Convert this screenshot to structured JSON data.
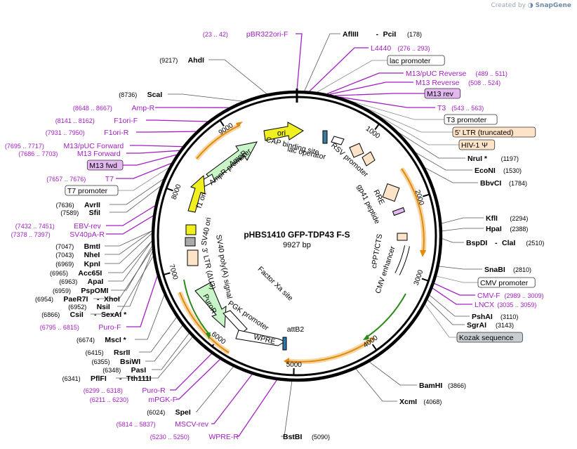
{
  "credit": {
    "prefix": "Created by",
    "brand": "SnapGene"
  },
  "plasmid": {
    "name": "pHBS1410 GFP-TDP43 F-S",
    "size": "9927 bp"
  },
  "colors": {
    "site": "#000000",
    "primer": "#a020c0",
    "promoter_box": "#000000",
    "primer_box_fill": "#e3b8f0",
    "orange_box_fill": "#fde3c8",
    "grey_box_fill": "#c8cdd2",
    "orf_orange": "#e08a10",
    "orf_green": "#2a8a1a",
    "gfp": "#c8f5c8",
    "ori": "#f0f020",
    "terminator": "#aaaaaa"
  },
  "ticks": [
    "1000",
    "2000",
    "3000",
    "4000",
    "5000",
    "6000",
    "7000",
    "8000",
    "9000"
  ],
  "inner_features": [
    {
      "label": "ori"
    },
    {
      "label": "AmpR"
    },
    {
      "label": "AmpR promoter"
    },
    {
      "label": "f1 ori"
    },
    {
      "label": "SV40 ori"
    },
    {
      "label": "SV40 poly(A) signal"
    },
    {
      "label": "3' LTR (ΔU3)"
    },
    {
      "label": "PuroR"
    },
    {
      "label": "PGK promoter"
    },
    {
      "label": "WPRE"
    },
    {
      "label": "attB2"
    },
    {
      "label": "Factor Xa site"
    },
    {
      "label": "CMV enhancer"
    },
    {
      "label": "cPPT/CTS"
    },
    {
      "label": "RRE"
    },
    {
      "label": "gp41 peptide"
    },
    {
      "label": "RSV promoter"
    },
    {
      "label": "lac operator"
    },
    {
      "label": "CAP binding site"
    }
  ],
  "right_labels": [
    {
      "name": "AflIII",
      "second": "PciI",
      "pos": "(178)",
      "type": "site"
    },
    {
      "name": "L4440",
      "pos": "(276 .. 293)",
      "type": "primer"
    },
    {
      "name": "lac promoter",
      "pos": "",
      "type": "promoter"
    },
    {
      "name": "M13/pUC Reverse",
      "pos": "(489 .. 511)",
      "type": "primer"
    },
    {
      "name": "M13 Reverse",
      "pos": "(508 .. 524)",
      "type": "primer"
    },
    {
      "name": "M13 rev",
      "pos": "",
      "type": "primerbox"
    },
    {
      "name": "T3",
      "pos": "(543 .. 563)",
      "type": "primer"
    },
    {
      "name": "T3 promoter",
      "pos": "",
      "type": "promoter"
    },
    {
      "name": "5' LTR (truncated)",
      "pos": "",
      "type": "orangebox"
    },
    {
      "name": "HIV-1 Ψ",
      "pos": "",
      "type": "orangebox"
    },
    {
      "name": "NruI *",
      "pos": "(1197)",
      "type": "site"
    },
    {
      "name": "EcoNI",
      "pos": "(1530)",
      "type": "site"
    },
    {
      "name": "BbvCI",
      "pos": "(1784)",
      "type": "site"
    },
    {
      "name": "KflI",
      "pos": "(2294)",
      "type": "site"
    },
    {
      "name": "HpaI",
      "pos": "(2388)",
      "type": "site"
    },
    {
      "name": "BspDI",
      "second": "ClaI",
      "pos": "(2510)",
      "type": "site"
    },
    {
      "name": "SnaBI",
      "pos": "(2810)",
      "type": "site"
    },
    {
      "name": "CMV promoter",
      "pos": "",
      "type": "promoter"
    },
    {
      "name": "CMV-F",
      "pos": "(2989 .. 3009)",
      "type": "primer"
    },
    {
      "name": "LNCX",
      "pos": "(3035 .. 3059)",
      "type": "primer"
    },
    {
      "name": "PshAI",
      "pos": "(3110)",
      "type": "site"
    },
    {
      "name": "SgrAI",
      "pos": "(3143)",
      "type": "site"
    },
    {
      "name": "Kozak sequence",
      "pos": "",
      "type": "greybox"
    },
    {
      "name": "BamHI",
      "pos": "(3866)",
      "type": "site"
    },
    {
      "name": "XcmI",
      "pos": "(4068)",
      "type": "site"
    },
    {
      "name": "BstBI",
      "pos": "(5090)",
      "type": "site"
    }
  ],
  "left_labels": [
    {
      "pos": "(23 .. 42)",
      "name": "pBR322ori-F",
      "type": "primer"
    },
    {
      "pos": "(9217)",
      "name": "AhdI",
      "type": "site"
    },
    {
      "pos": "(8736)",
      "name": "ScaI",
      "type": "site"
    },
    {
      "pos": "(8648 .. 8667)",
      "name": "Amp-R",
      "type": "primer"
    },
    {
      "pos": "(8141 .. 8162)",
      "name": "F1ori-F",
      "type": "primer"
    },
    {
      "pos": "(7931 .. 7950)",
      "name": "F1ori-R",
      "type": "primer"
    },
    {
      "pos": "(7695 .. 7717)",
      "name": "M13/pUC Forward",
      "type": "primer"
    },
    {
      "pos": "(7686 .. 7703)",
      "name": "M13 Forward",
      "type": "primer"
    },
    {
      "pos": "",
      "name": "M13 fwd",
      "type": "primerbox"
    },
    {
      "pos": "(7657 .. 7676)",
      "name": "T7",
      "type": "primer"
    },
    {
      "pos": "",
      "name": "T7 promoter",
      "type": "promoter"
    },
    {
      "pos": "(7636)",
      "name": "AvrII",
      "type": "site"
    },
    {
      "pos": "(7589)",
      "name": "SfiI",
      "type": "site"
    },
    {
      "pos": "(7432 .. 7451)",
      "name": "EBV-rev",
      "type": "primer"
    },
    {
      "pos": "(7378 .. 7397)",
      "name": "SV40pA-R",
      "type": "primer"
    },
    {
      "pos": "(7047)",
      "name": "BmtI",
      "type": "site"
    },
    {
      "pos": "(7043)",
      "name": "NheI",
      "type": "site"
    },
    {
      "pos": "(6969)",
      "name": "KpnI",
      "type": "site"
    },
    {
      "pos": "(6965)",
      "name": "Acc65I",
      "type": "site"
    },
    {
      "pos": "(6963)",
      "name": "ApaI",
      "type": "site"
    },
    {
      "pos": "(6959)",
      "name": "PspOMI",
      "type": "site"
    },
    {
      "pos": "(6954)",
      "name": "PaeR7I",
      "second": "XhoI",
      "type": "site"
    },
    {
      "pos": "(6952)",
      "name": "NsiI",
      "type": "site"
    },
    {
      "pos": "(6866)",
      "name": "CsiI",
      "second": "SexAI *",
      "type": "site"
    },
    {
      "pos": "(6795 .. 6815)",
      "name": "Puro-F",
      "type": "primer"
    },
    {
      "pos": "(6674)",
      "name": "MscI *",
      "type": "site"
    },
    {
      "pos": "(6415)",
      "name": "RsrII",
      "type": "site"
    },
    {
      "pos": "(6355)",
      "name": "BsiWI",
      "type": "site"
    },
    {
      "pos": "(6348)",
      "name": "PasI",
      "type": "site"
    },
    {
      "pos": "(6341)",
      "name": "PflFI",
      "second": "Tth111I",
      "type": "site"
    },
    {
      "pos": "(6299 .. 6318)",
      "name": "Puro-R",
      "type": "primer"
    },
    {
      "pos": "(6211 .. 6230)",
      "name": "mPGK-F",
      "type": "primer"
    },
    {
      "pos": "(6024)",
      "name": "SpeI",
      "type": "site"
    },
    {
      "pos": "(5814 .. 5837)",
      "name": "MSCV-rev",
      "type": "primer"
    },
    {
      "pos": "(5230 .. 5250)",
      "name": "WPRE-R",
      "type": "primer"
    }
  ]
}
